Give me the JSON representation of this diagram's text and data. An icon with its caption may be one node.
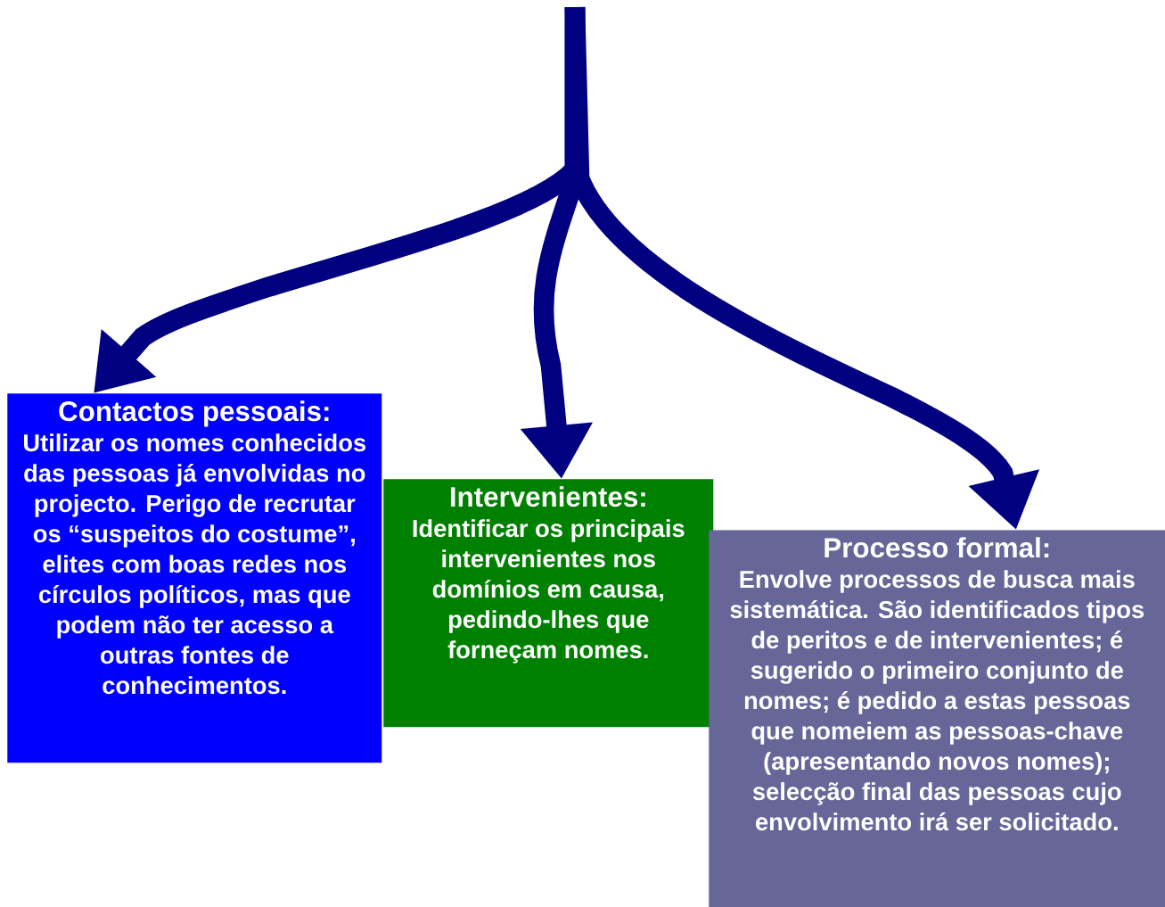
{
  "diagram": {
    "nodes": [
      {
        "text": [
          "Contactos pessoais:",
          "Utilizar os nomes conhecidos das pessoas já envolvidas no projecto. Perigo de recrutar os “suspeitos do costume”, elites com boas redes nos círculos políticos, mas que podem não ter acesso a outras fontes de conhecimentos."
        ]
      },
      {
        "text": [
          "Intervenientes:",
          "Identificar os principais intervenientes nos domínios em causa, pedindo-lhes que forneçam nomes."
        ]
      },
      {
        "text": [
          "Processo formal:",
          "Envolve processos de busca mais sistemática. São identificados tipos de peritos e de intervenientes; é sugerido o primeiro conjunto de nomes; é pedido a estas pessoas que nomeiem as pessoas-chave (apresentando novos nomes); selecção final das pessoas cujo envolvimento irá ser solicitado."
        ]
      }
    ],
    "edges": [
      {
        "from": null,
        "to": 0,
        "arrow": "to"
      },
      {
        "from": null,
        "to": 1,
        "arrow": "to"
      },
      {
        "from": null,
        "to": 2,
        "arrow": "to"
      }
    ]
  }
}
